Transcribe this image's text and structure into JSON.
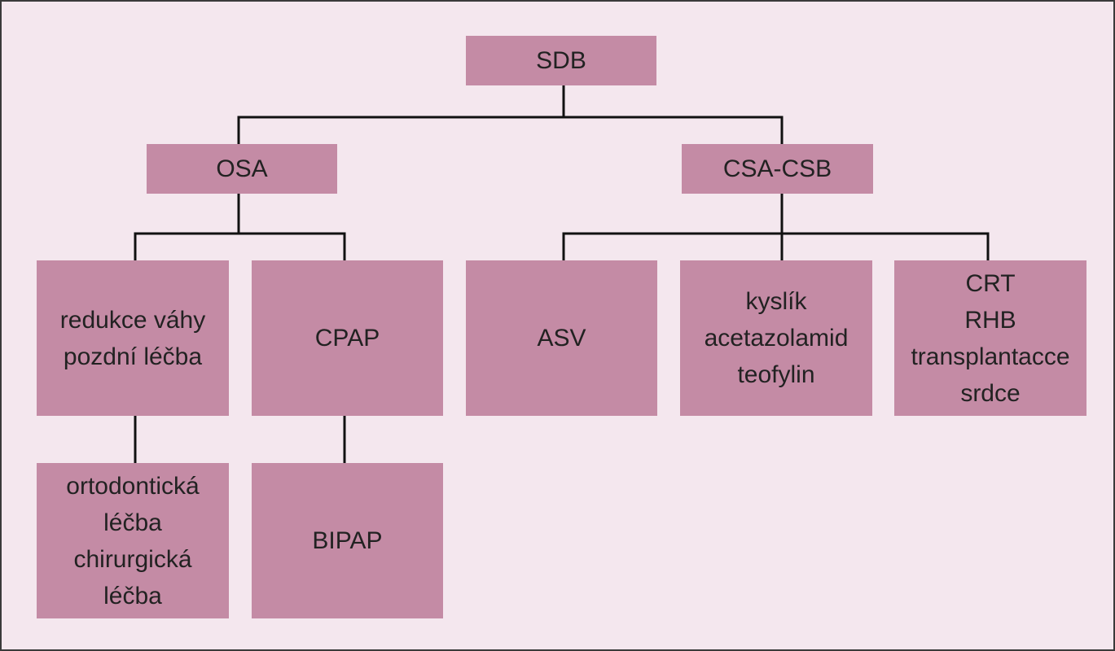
{
  "colors": {
    "background": "#f4e7ee",
    "node_fill": "#c48ba5",
    "line": "#111111",
    "text": "#222222"
  },
  "nodes": {
    "sdb": "SDB",
    "osa": "OSA",
    "csa_csb": "CSA-CSB",
    "weight": "redukce váhy\npozdní léčba",
    "cpap": "CPAP",
    "asv": "ASV",
    "oxygen": "kyslík\nacetazolamid\nteofylin",
    "crt": "CRT\nRHB\ntransplantacce\nsrdce",
    "ortho": "ortodontická\nléčba\nchirurgická\nléčba",
    "bipap": "BIPAP"
  }
}
